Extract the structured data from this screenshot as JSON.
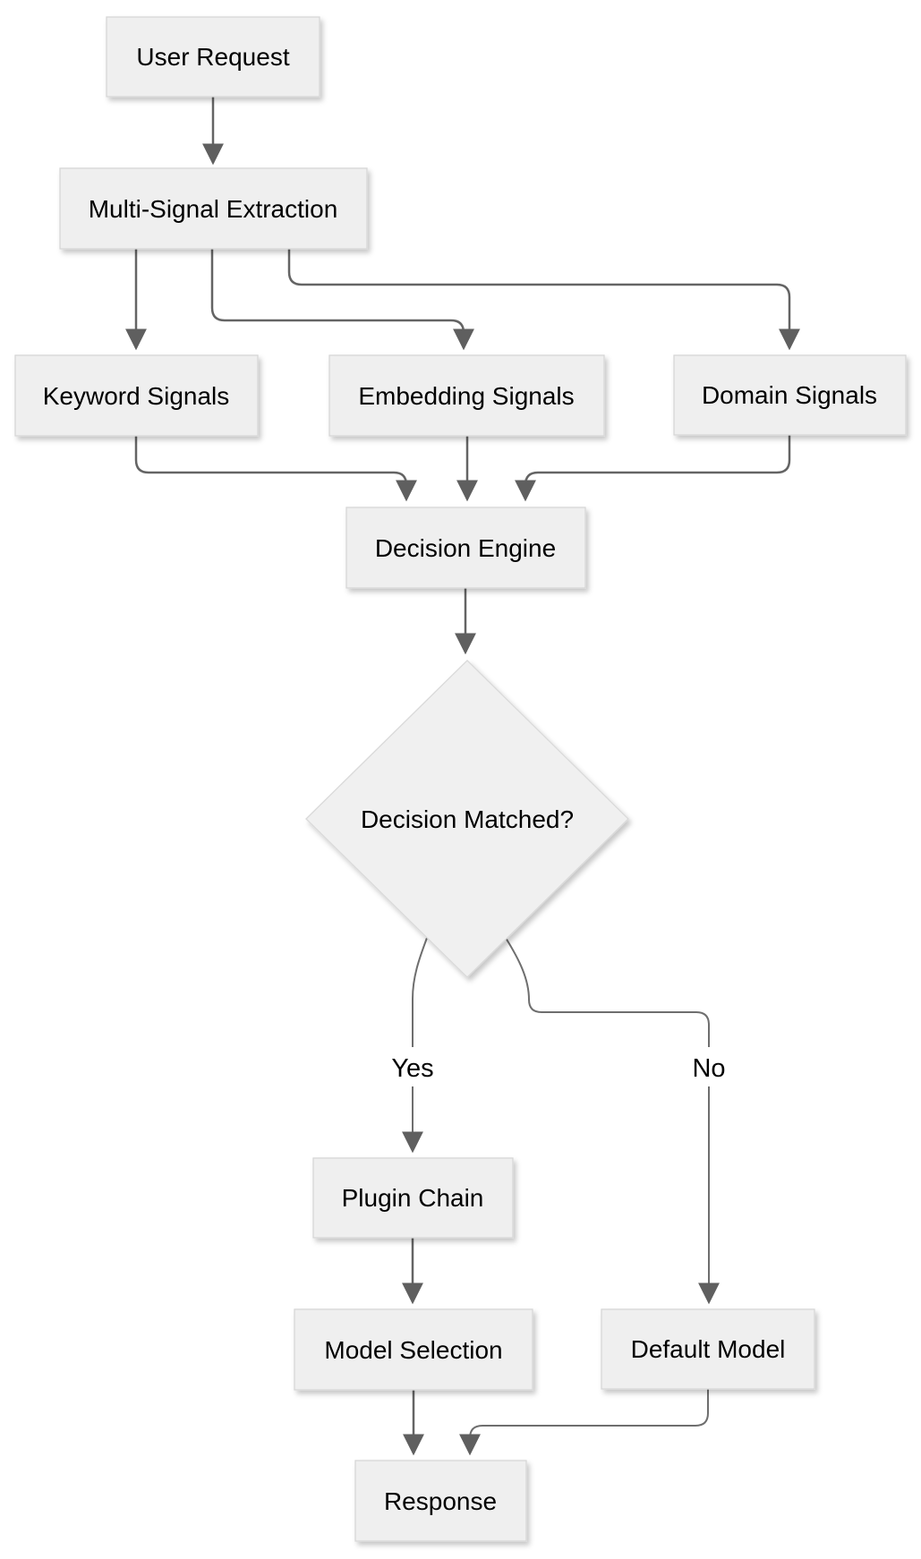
{
  "diagram": {
    "type": "flowchart",
    "direction": "top-down",
    "background": "#ffffff",
    "colors": {
      "node_fill": "#efefef",
      "diamond_fill": "#f0f0f0",
      "node_border": "#d6d6d6",
      "edge_color": "#646464",
      "arrowhead_color": "#5f5f5f",
      "text_color": "#000000",
      "edge_label_background": "#ffffff"
    },
    "nodes": [
      {
        "id": "user_request",
        "label": "User Request",
        "shape": "rect"
      },
      {
        "id": "multi_signal_extraction",
        "label": "Multi-Signal Extraction",
        "shape": "rect"
      },
      {
        "id": "keyword_signals",
        "label": "Keyword Signals",
        "shape": "rect"
      },
      {
        "id": "embedding_signals",
        "label": "Embedding Signals",
        "shape": "rect"
      },
      {
        "id": "domain_signals",
        "label": "Domain Signals",
        "shape": "rect"
      },
      {
        "id": "decision_engine",
        "label": "Decision Engine",
        "shape": "rect"
      },
      {
        "id": "decision_matched",
        "label": "Decision Matched?",
        "shape": "diamond"
      },
      {
        "id": "plugin_chain",
        "label": "Plugin Chain",
        "shape": "rect"
      },
      {
        "id": "model_selection",
        "label": "Model Selection",
        "shape": "rect"
      },
      {
        "id": "default_model",
        "label": "Default Model",
        "shape": "rect"
      },
      {
        "id": "response",
        "label": "Response",
        "shape": "rect"
      }
    ],
    "edges": [
      {
        "from": "user_request",
        "to": "multi_signal_extraction",
        "label": ""
      },
      {
        "from": "multi_signal_extraction",
        "to": "keyword_signals",
        "label": ""
      },
      {
        "from": "multi_signal_extraction",
        "to": "embedding_signals",
        "label": ""
      },
      {
        "from": "multi_signal_extraction",
        "to": "domain_signals",
        "label": ""
      },
      {
        "from": "keyword_signals",
        "to": "decision_engine",
        "label": ""
      },
      {
        "from": "embedding_signals",
        "to": "decision_engine",
        "label": ""
      },
      {
        "from": "domain_signals",
        "to": "decision_engine",
        "label": ""
      },
      {
        "from": "decision_engine",
        "to": "decision_matched",
        "label": ""
      },
      {
        "from": "decision_matched",
        "to": "plugin_chain",
        "label": "Yes"
      },
      {
        "from": "decision_matched",
        "to": "default_model",
        "label": "No"
      },
      {
        "from": "plugin_chain",
        "to": "model_selection",
        "label": ""
      },
      {
        "from": "model_selection",
        "to": "response",
        "label": ""
      },
      {
        "from": "default_model",
        "to": "response",
        "label": ""
      }
    ]
  }
}
